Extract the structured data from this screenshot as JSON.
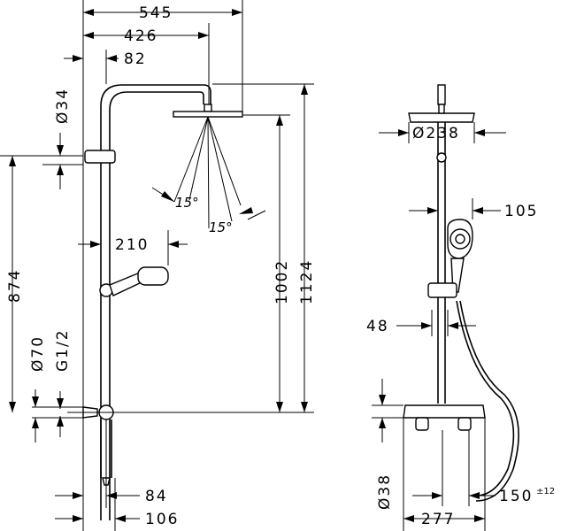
{
  "front_view": {
    "dim_545": "545",
    "dim_426": "426",
    "dim_82": "82",
    "dim_d34": "Ø34",
    "angle_1": "15°",
    "angle_2": "15°",
    "dim_210": "210",
    "dim_874": "874",
    "dim_1002": "1002",
    "dim_1124": "1124",
    "dim_d70": "Ø70",
    "dim_g12": "G1/2",
    "dim_84": "84",
    "dim_106": "106"
  },
  "side_view": {
    "dim_d238": "Ø238",
    "dim_105": "105",
    "dim_48": "48",
    "dim_d38": "Ø38",
    "dim_150": "150",
    "dim_150_tol": "±12",
    "dim_277": "277"
  }
}
